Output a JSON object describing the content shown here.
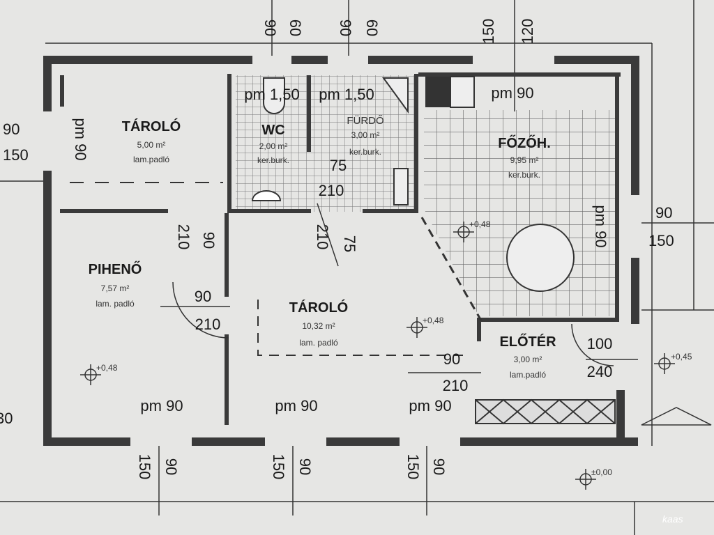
{
  "plan": {
    "rooms": [
      {
        "name": "TÁROLÓ",
        "area": "5,00 m²",
        "floor": "lam.padló"
      },
      {
        "name": "WC",
        "area": "2,00 m²",
        "floor": "ker.burk."
      },
      {
        "name": "FÜRDŐ",
        "area": "3,00 m²",
        "floor": "ker.burk."
      },
      {
        "name": "FŐZŐH.",
        "area": "9,95 m²",
        "floor": "ker.burk."
      },
      {
        "name": "PIHENŐ",
        "area": "7,57 m²",
        "floor": "lam. padló"
      },
      {
        "name": "TÁROLÓ",
        "area": "10,32 m²",
        "floor": "lam. padló"
      },
      {
        "name": "ELŐTÉR",
        "area": "3,00 m²",
        "floor": "lam.padló"
      }
    ],
    "top_dims": [
      "90",
      "60",
      "90",
      "60",
      "150",
      "120"
    ],
    "left_dims": [
      "90",
      "150",
      "30"
    ],
    "right_dims": [
      "90",
      "150"
    ],
    "bottom_dims": [
      "150",
      "90",
      "150",
      "90",
      "150",
      "90"
    ],
    "windows": [
      "pm 90",
      "pm 1,50",
      "pm 1,50",
      "pm 90",
      "pm 90",
      "pm 90",
      "pm 90",
      "pm 90"
    ],
    "door_dims": [
      "210",
      "90",
      "90",
      "210",
      "75",
      "210",
      "210",
      "75",
      "90",
      "210",
      "100",
      "240"
    ],
    "levels": [
      "+0,48",
      "+0,48",
      "+0,48",
      "+0,45",
      "±0,00"
    ],
    "watermark": "kaas"
  }
}
